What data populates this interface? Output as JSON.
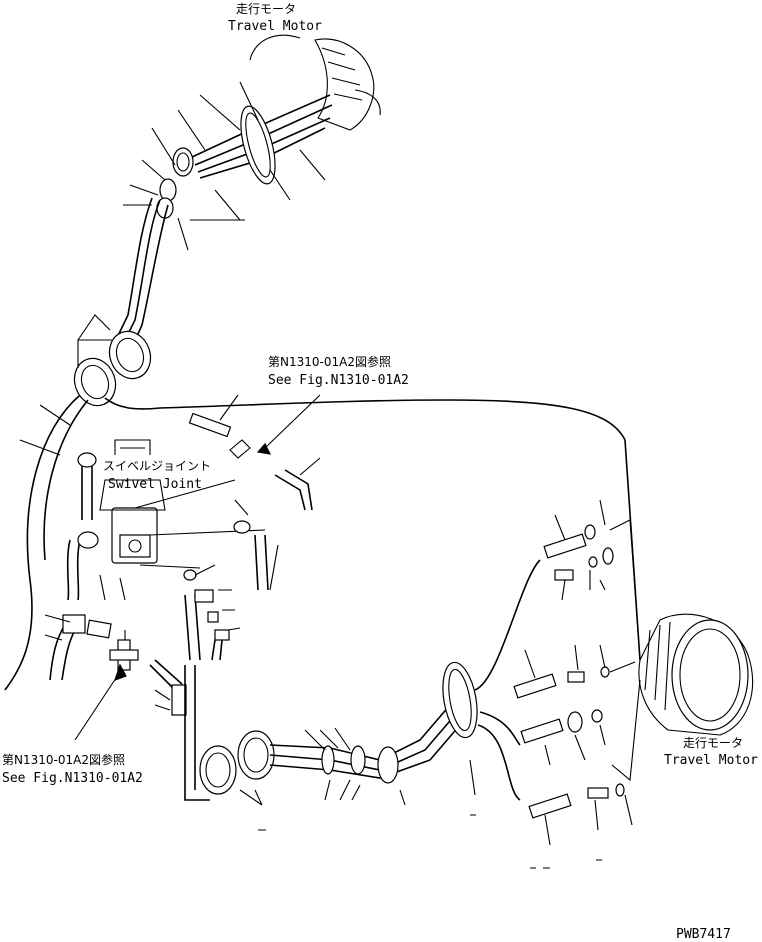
{
  "labels": {
    "travel_motor_top_jp": "走行モータ",
    "travel_motor_top_en": "Travel Motor",
    "ref_top_jp": "第N1310-01A2図参照",
    "ref_top_en": "See Fig.N1310-01A2",
    "swivel_jp": "スイベルジョイント",
    "swivel_en": "Swivel Joint",
    "ref_bottom_jp": "第N1310-01A2図参照",
    "ref_bottom_en": "See Fig.N1310-01A2",
    "travel_motor_right_jp": "走行モータ",
    "travel_motor_right_en": "Travel Motor",
    "drawing_number": "PWB7417"
  }
}
